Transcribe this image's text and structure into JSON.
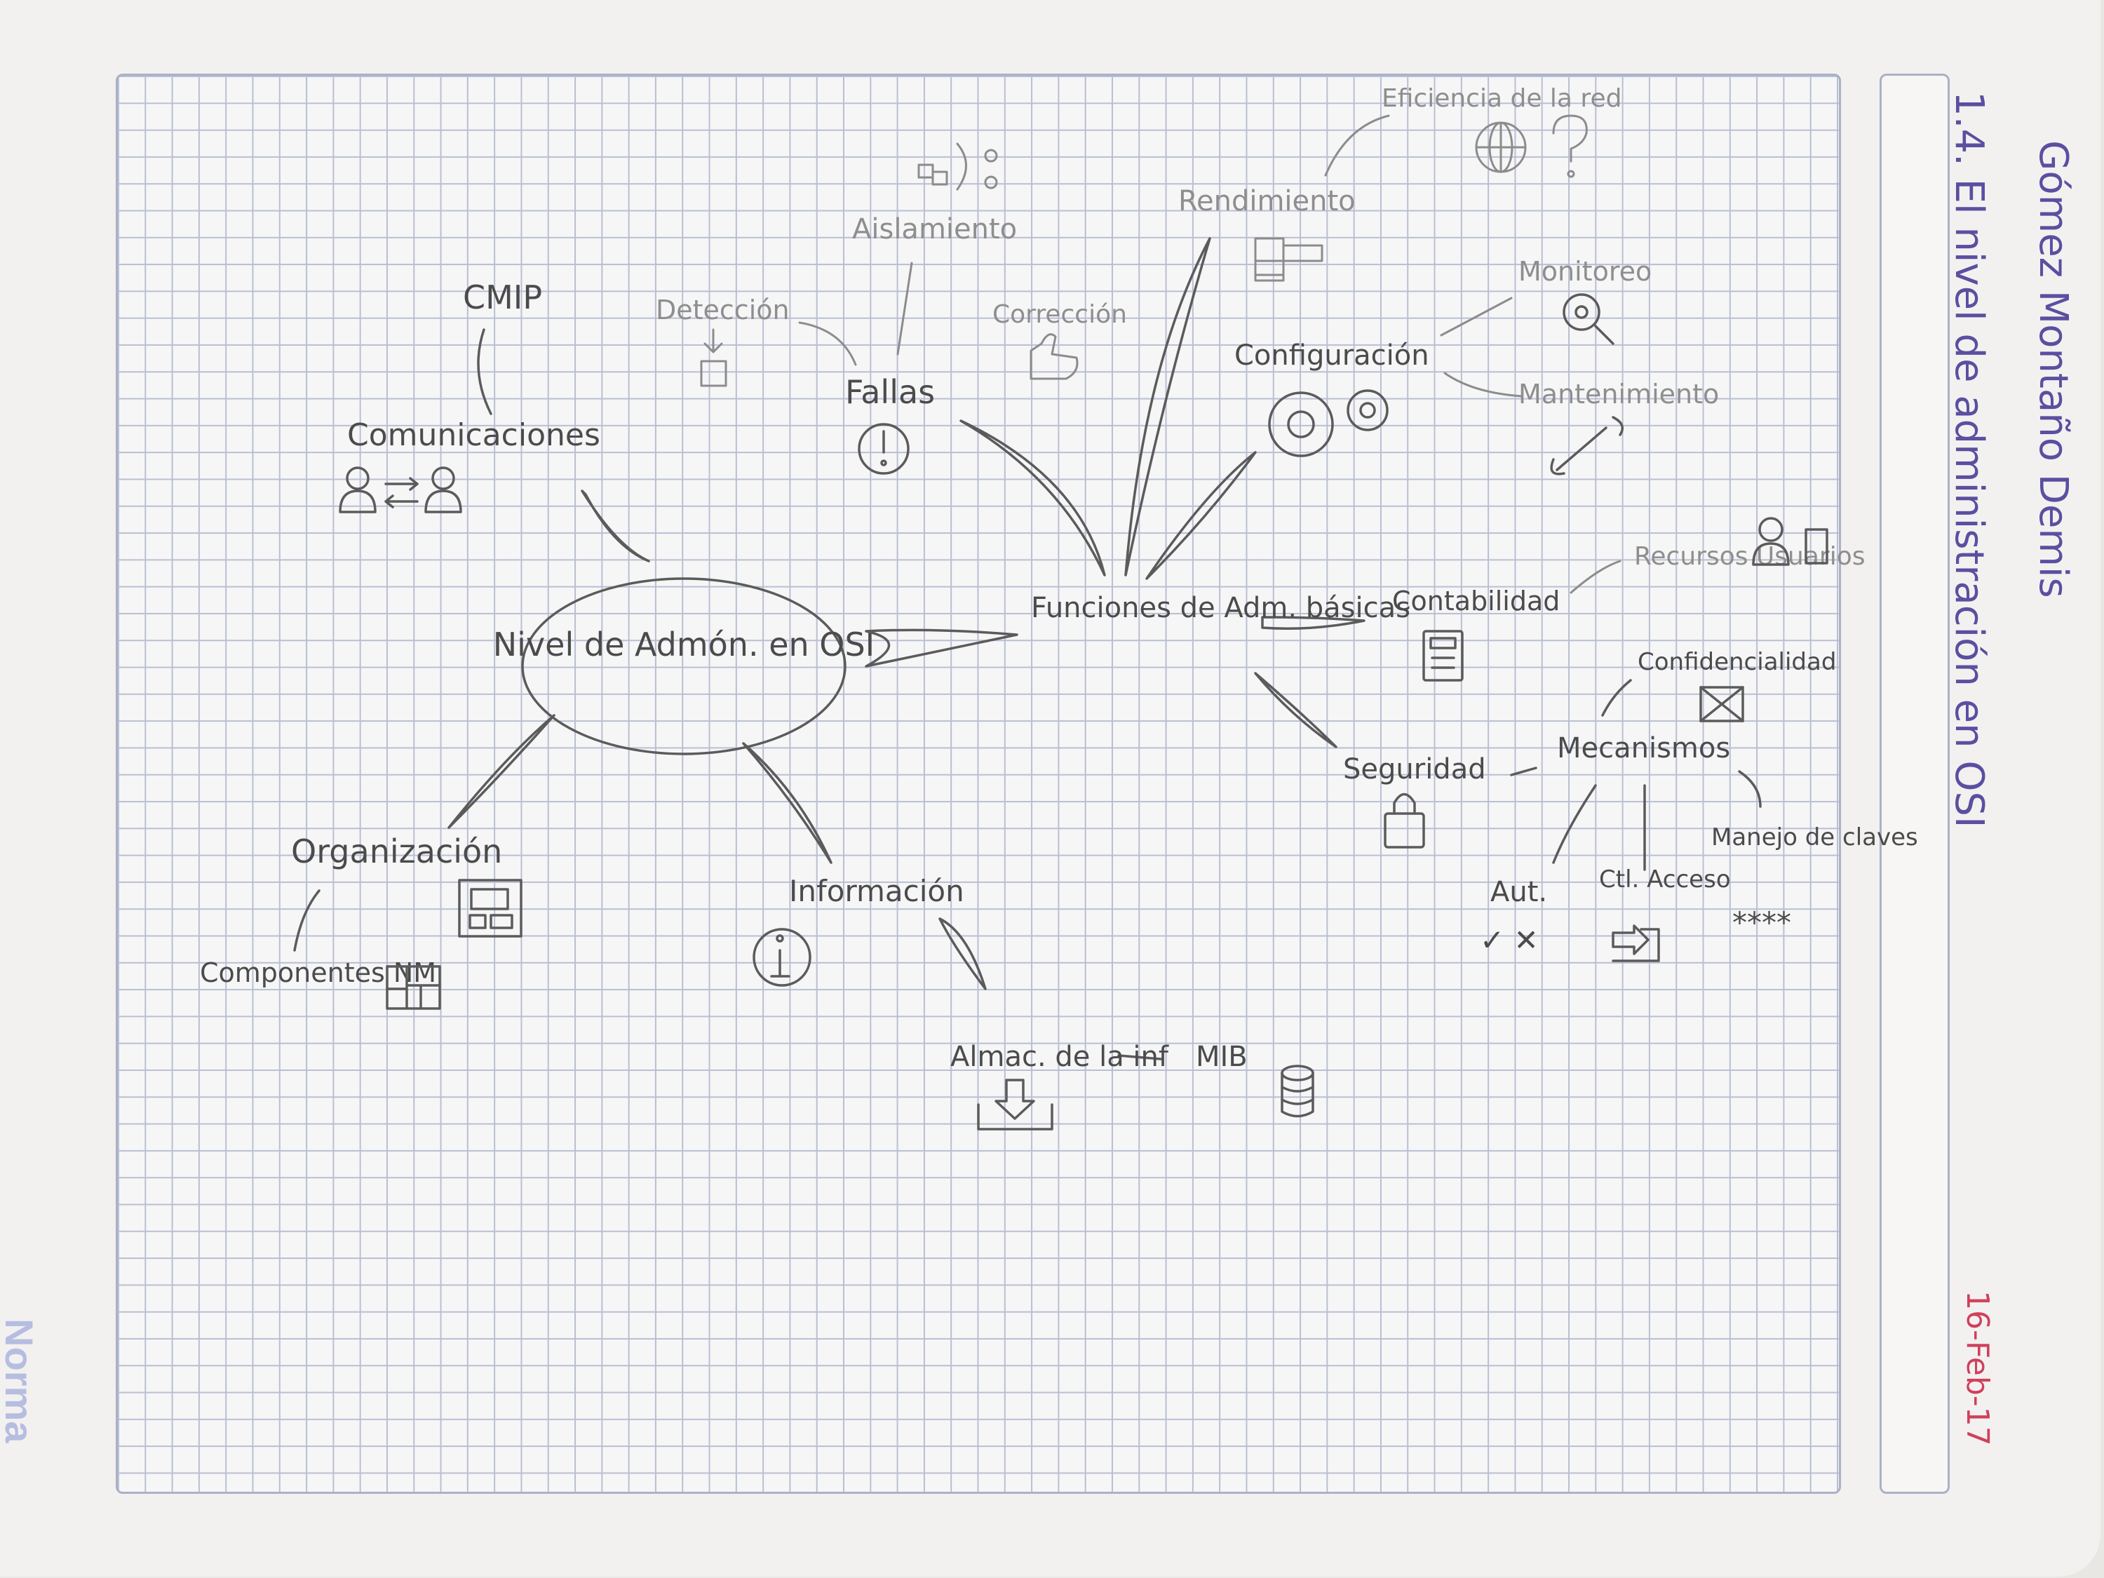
{
  "header": {
    "title": "1.4. El nivel de administración en OSI",
    "author": "Gómez Montaño Demis",
    "date": "16-Feb-17",
    "brand": "Norma"
  },
  "mindmap": {
    "center": "Nivel de Admón. en OSI",
    "communications": {
      "label": "Comunicaciones",
      "protocol": "CMIP"
    },
    "organization": {
      "label": "Organización",
      "components": "Componentes NM"
    },
    "information": {
      "label": "Información",
      "storage": "Almac. de la inf",
      "mib": "MIB"
    },
    "functions": {
      "label": "Funciones de Adm. básicas",
      "faults": {
        "label": "Fallas",
        "detection": "Detección",
        "isolation": "Aislamiento",
        "correction": "Corrección"
      },
      "performance": {
        "label": "Rendimiento",
        "efficiency": "Eficiencia de la red"
      },
      "configuration": {
        "label": "Configuración",
        "monitoring": "Monitoreo",
        "maintenance": "Mantenimiento"
      },
      "accounting": {
        "label": "Contabilidad",
        "resources": "Recursos Usuarios"
      },
      "security": {
        "label": "Seguridad",
        "mechanisms": "Mecanismos",
        "confidentiality": "Confidencialidad",
        "authentication": "Aut.",
        "access_control": "Ctl. Acceso",
        "key_management": "Manejo de claves",
        "stars": "****",
        "check_cross": "✓ ✕"
      }
    }
  },
  "icons": [
    "users-exchange-icon",
    "alert-icon",
    "info-icon",
    "database-icon",
    "gear-icon",
    "wrench-icon",
    "magnifier-icon",
    "globe-icon",
    "question-icon",
    "lock-icon",
    "calculator-icon",
    "download-icon",
    "thumbs-up-icon",
    "login-icon",
    "envelope-icon",
    "user-icon"
  ]
}
